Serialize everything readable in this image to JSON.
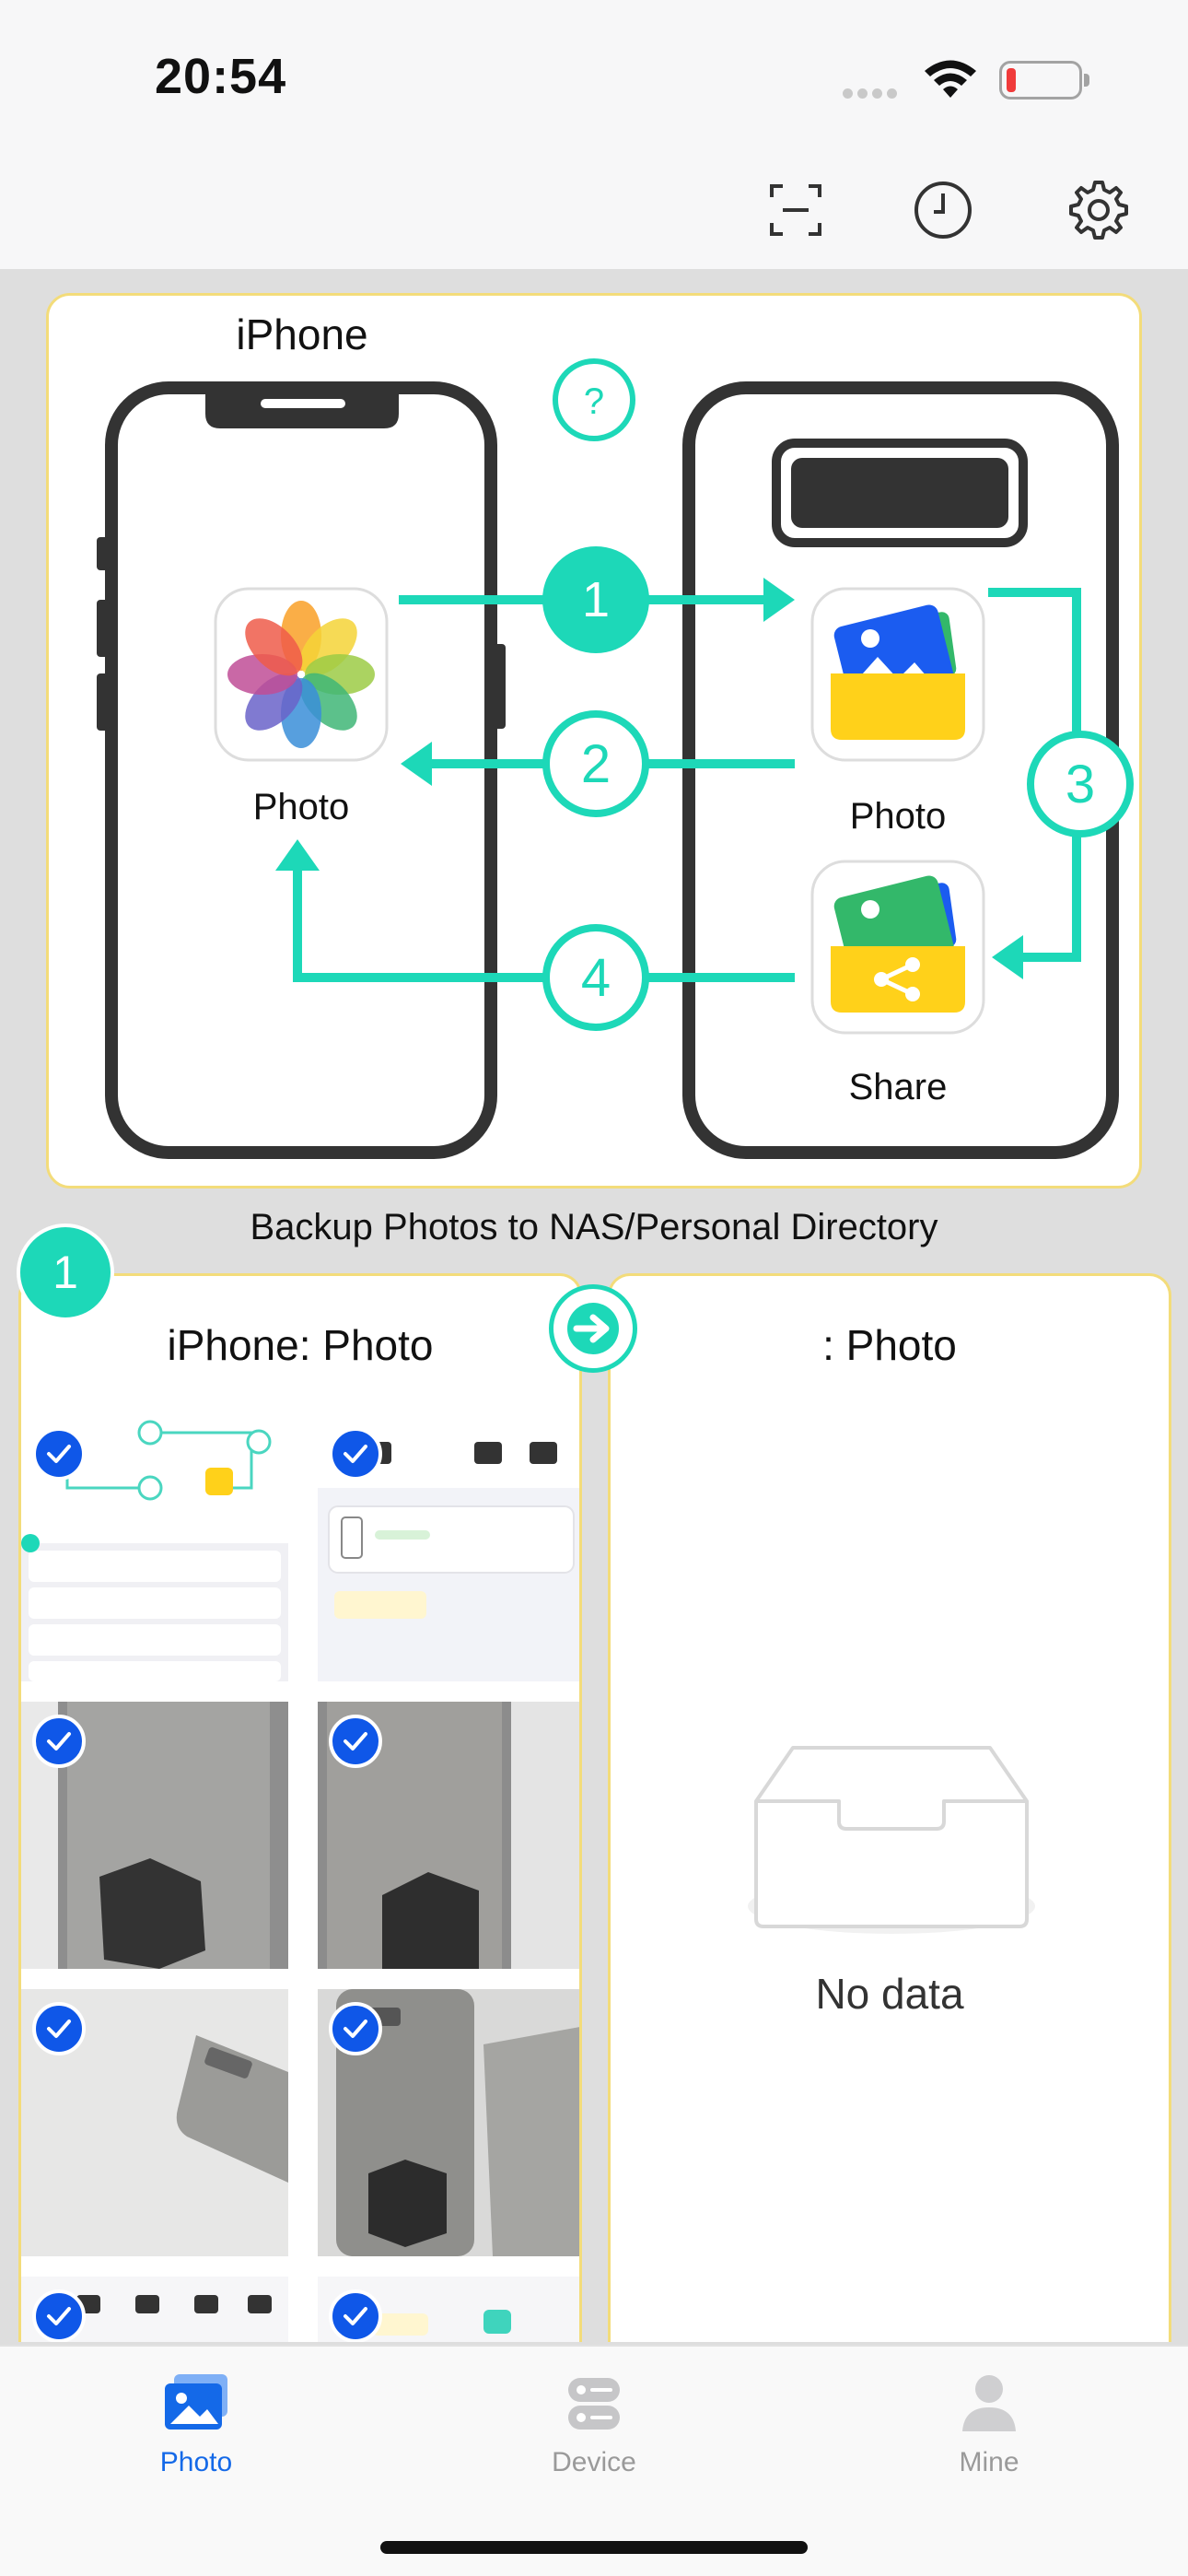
{
  "status_bar": {
    "time": "20:54"
  },
  "toolbar": {
    "icons": [
      "scan-icon",
      "history-icon",
      "settings-icon"
    ]
  },
  "diagram": {
    "device_label": "iPhone",
    "help": "?",
    "left_app_label": "Photo",
    "right_app_label": "Photo",
    "share_label": "Share",
    "steps": [
      "1",
      "2",
      "3",
      "4"
    ]
  },
  "section": {
    "title": "Backup Photos to NAS/Personal Directory",
    "step": "1"
  },
  "left_panel": {
    "title": "iPhone: Photo"
  },
  "right_panel": {
    "title": ": Photo",
    "empty_text": "No data"
  },
  "tabs": [
    {
      "label": "Photo",
      "active": true
    },
    {
      "label": "Device",
      "active": false
    },
    {
      "label": "Mine",
      "active": false
    }
  ],
  "colors": {
    "accent": "#1dd8b8",
    "active_tab": "#1469e8",
    "check": "#0f57e8",
    "card_border": "#f3dc7a"
  }
}
